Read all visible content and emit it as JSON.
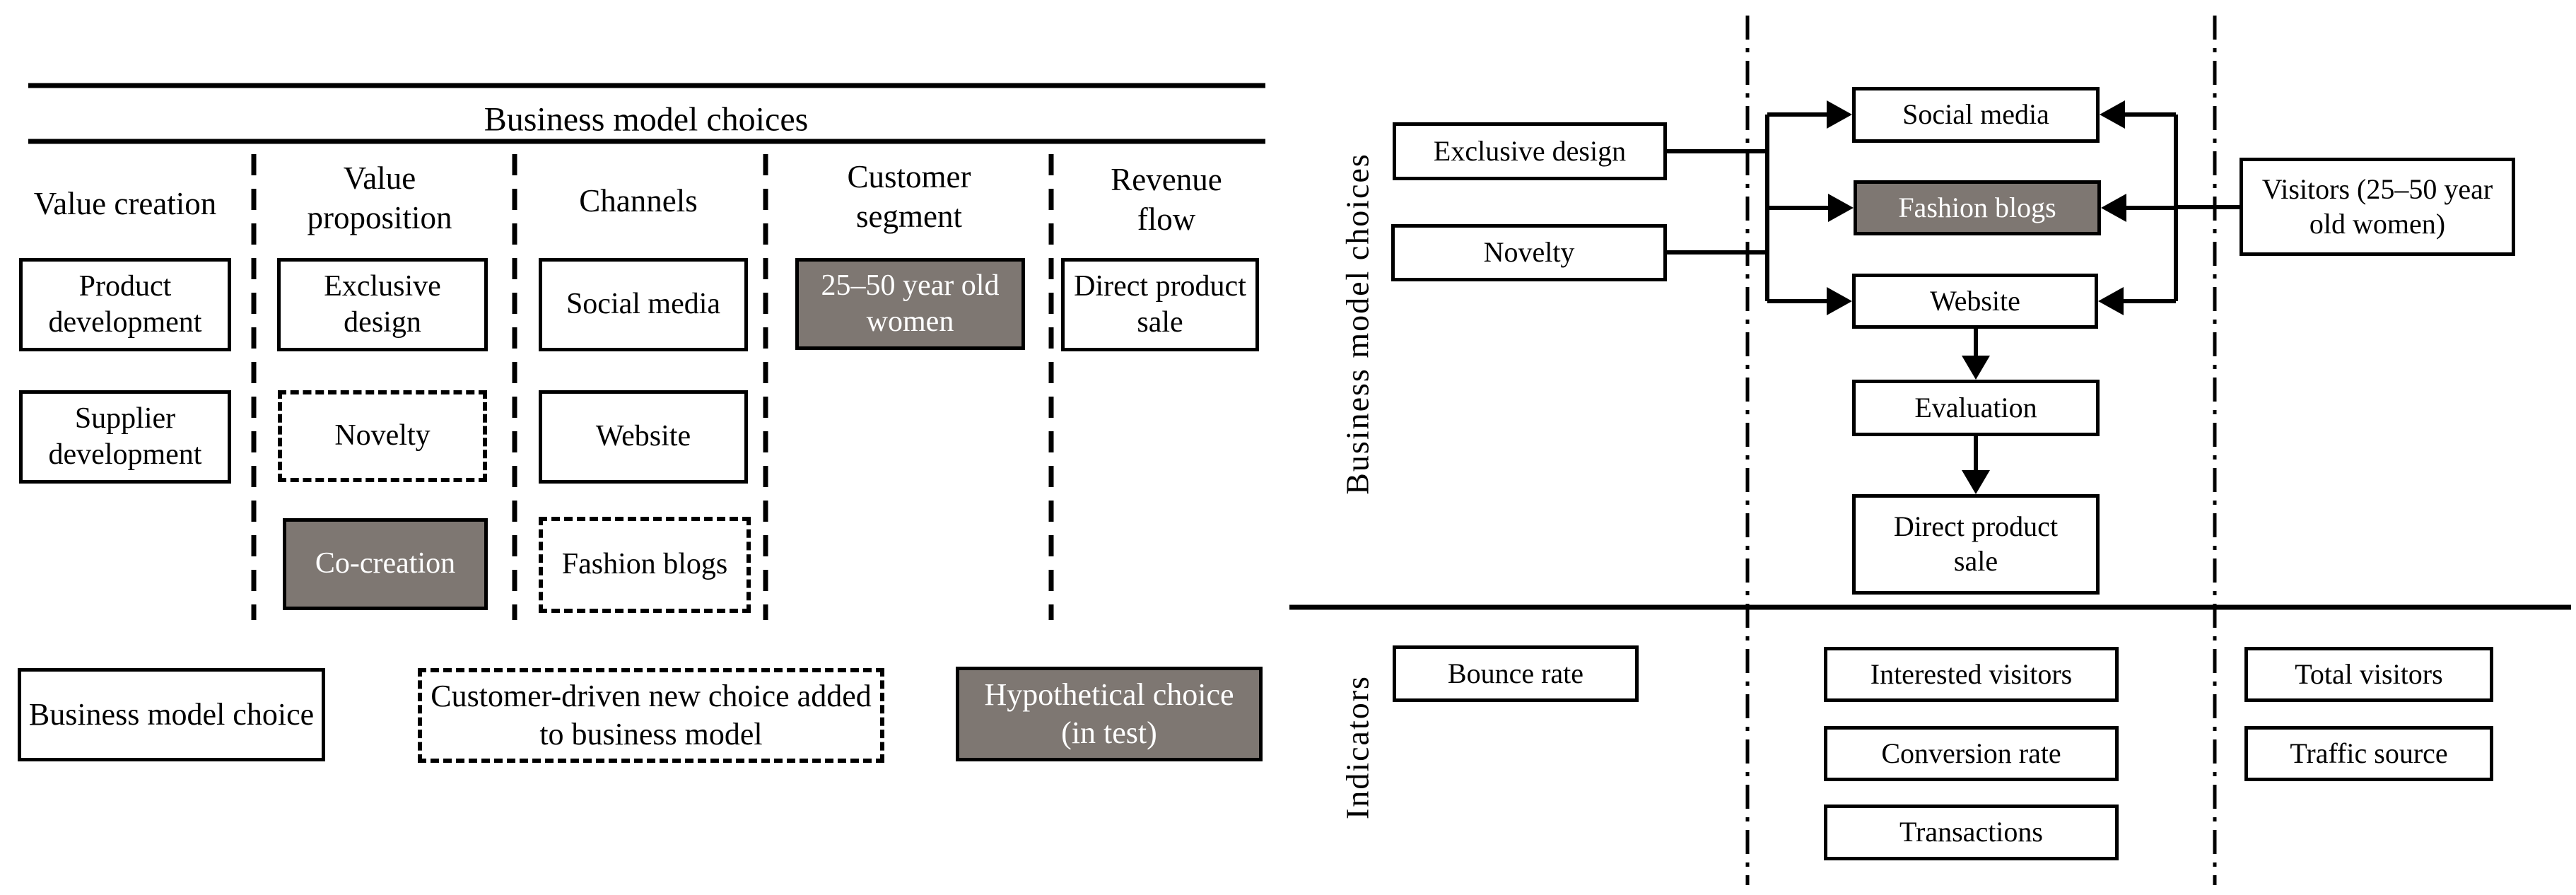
{
  "colors": {
    "gray_fill": "#7e7772",
    "line": "#000000",
    "background": "#ffffff",
    "text": "#000000",
    "text_on_gray": "#ffffff"
  },
  "left_panel": {
    "title": "Business model choices",
    "columns": [
      {
        "header": "Value creation"
      },
      {
        "header": "Value proposition"
      },
      {
        "header": "Channels"
      },
      {
        "header": "Customer segment"
      },
      {
        "header": "Revenue flow"
      }
    ],
    "boxes": {
      "product_development": "Product development",
      "supplier_development": "Supplier development",
      "exclusive_design": "Exclusive design",
      "novelty": "Novelty",
      "co_creation": "Co-creation",
      "social_media": "Social media",
      "website": "Website",
      "fashion_blogs": "Fashion blogs",
      "customer_segment": "25–50 year old women",
      "revenue_flow": "Direct product sale"
    },
    "legend": [
      {
        "label": "Business model choice",
        "style": "solid"
      },
      {
        "label": "Customer-driven new choice added to business model",
        "style": "dashed"
      },
      {
        "label": "Hypothetical choice (in test)",
        "style": "gray"
      }
    ]
  },
  "right_panel": {
    "section_labels": {
      "top": "Business model choices",
      "bottom": "Indicators"
    },
    "choice_boxes": {
      "exclusive_design": "Exclusive design",
      "novelty": "Novelty",
      "social_media": "Social media",
      "fashion_blogs": "Fashion blogs",
      "website": "Website",
      "visitors": "Visitors (25–50 year old women)",
      "evaluation": "Evaluation",
      "direct_product_sale": "Direct product sale"
    },
    "indicator_boxes": {
      "bounce_rate": "Bounce rate",
      "interested_visitors": "Interested visitors",
      "conversion_rate": "Conversion rate",
      "transactions": "Transactions",
      "total_visitors": "Total visitors",
      "traffic_source": "Traffic source"
    }
  }
}
